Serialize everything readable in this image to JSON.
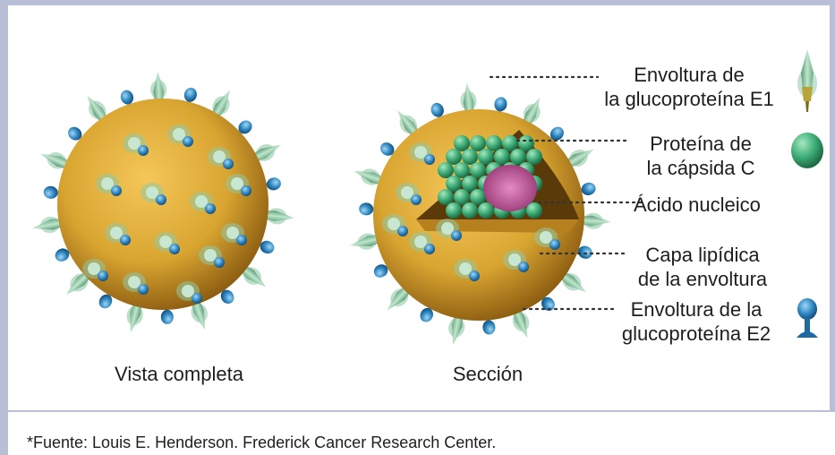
{
  "labels": {
    "e1": "Envoltura de\nla glucoproteína E1",
    "capsid": "Proteína de\nla cápsida C",
    "nucleic": "Ácido nucleico",
    "lipid": "Capa lipídica\nde la envoltura",
    "e2": "Envoltura de la\nglucoproteína E2"
  },
  "captions": {
    "full": "Vista completa",
    "section": "Sección"
  },
  "source": "*Fuente: Louis E. Henderson. Frederick Cancer Research Center.",
  "colors": {
    "envelope": "#d9a531",
    "envelope_dark": "#9c6a12",
    "spike_green": "#8fc9a5",
    "spike_blue": "#2e86c1",
    "capsid": "#3fae78",
    "nucleic": "#c0559a",
    "frame": "#b9bfd6"
  }
}
